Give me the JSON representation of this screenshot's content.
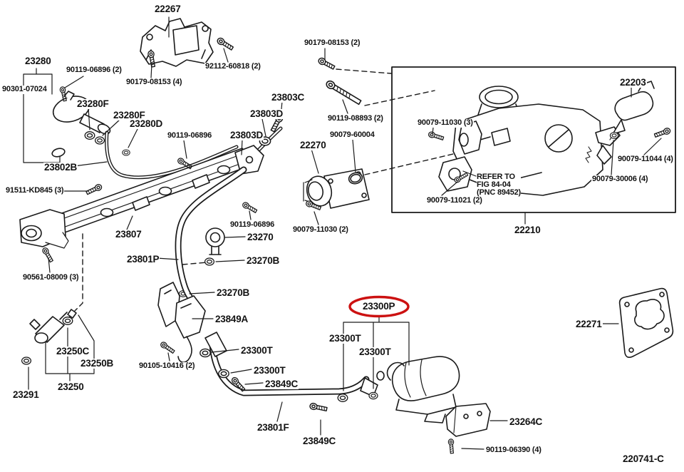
{
  "diagram": {
    "figure_code": "220741-C",
    "highlight_color": "#cc1111",
    "refer_note": {
      "line1": "REFER TO",
      "line2": "FIG 84-04",
      "line3": "(PNC 89452)"
    },
    "labels": {
      "p22267": "22267",
      "p23280": "23280",
      "p90301_07024": "90301-07024",
      "p90119_06896_2": "90119-06896 (2)",
      "p90179_08153_4": "90179-08153 (4)",
      "p92112_60818_2": "92112-60818 (2)",
      "p90179_08153_2": "90179-08153 (2)",
      "p23803C": "23803C",
      "p23803D": "23803D",
      "p23280F": "23280F",
      "p23280D": "23280D",
      "p90119_06896": "90119-06896",
      "p23802B": "23802B",
      "p91511_KD845_3": "91511-KD845 (3)",
      "p90119_08893_2": "90119-08893 (2)",
      "p90079_60004": "90079-60004",
      "p22270": "22270",
      "p90079_11030_3": "90079-11030 (3)",
      "p90079_11030_2": "90079-11030 (2)",
      "p23807": "23807",
      "p23270": "23270",
      "p23270B": "23270B",
      "p23801P": "23801P",
      "p90561_08009_3": "90561-08009 (3)",
      "p23849A": "23849A",
      "p23300T": "23300T",
      "p90105_10416_2": "90105-10416 (2)",
      "p23849C": "23849C",
      "p23250C": "23250C",
      "p23250B": "23250B",
      "p23250": "23250",
      "p23291": "23291",
      "p23801F": "23801F",
      "p23300P": "23300P",
      "p23264C": "23264C",
      "p90119_06390_4": "90119-06390 (4)",
      "p22271": "22271",
      "p22210": "22210",
      "p90079_11021_2": "90079-11021 (2)",
      "p22203": "22203",
      "p90079_11044_4": "90079-11044 (4)",
      "p90079_30006_4": "90079-30006 (4)"
    }
  }
}
